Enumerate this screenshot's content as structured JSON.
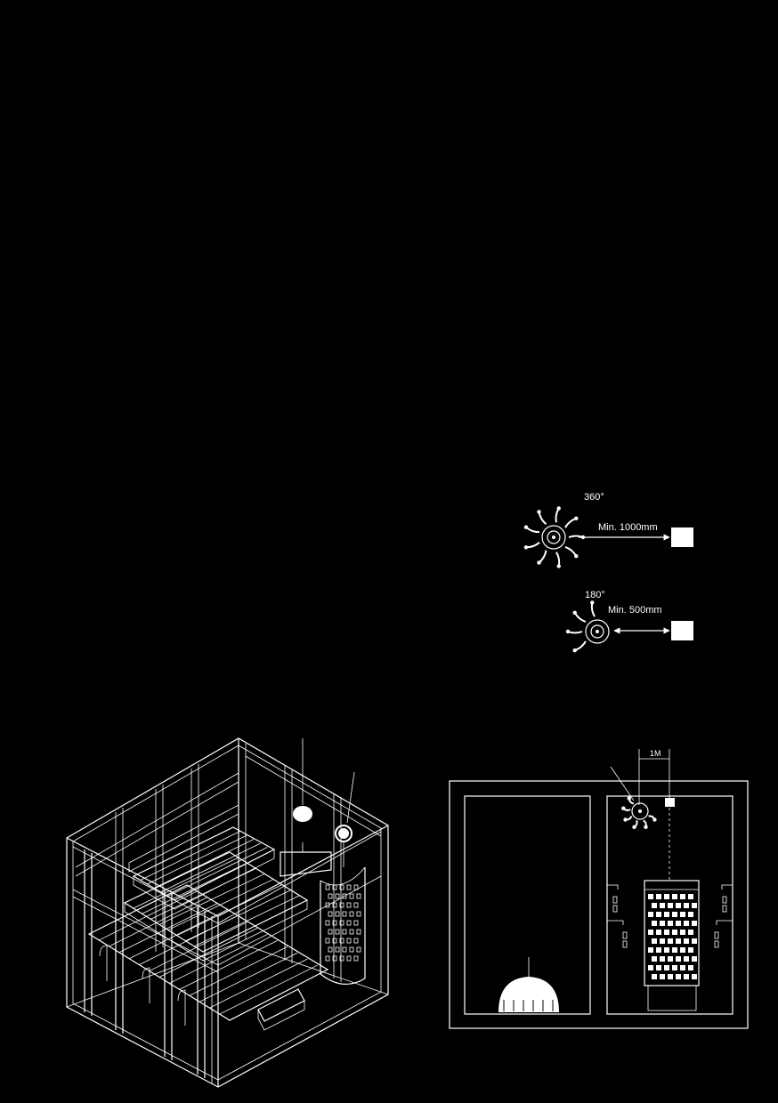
{
  "colors": {
    "background": "#000000",
    "line": "#ffffff"
  },
  "coverage_360": {
    "angle_label": "360°",
    "distance_label": "Min. 1000mm",
    "icon": "ceiling-sensor-omni-icon"
  },
  "coverage_180": {
    "angle_label": "180°",
    "distance_label": "Min. 500mm",
    "icon": "ceiling-sensor-half-icon"
  },
  "elevation": {
    "dimension_label": "1M"
  }
}
